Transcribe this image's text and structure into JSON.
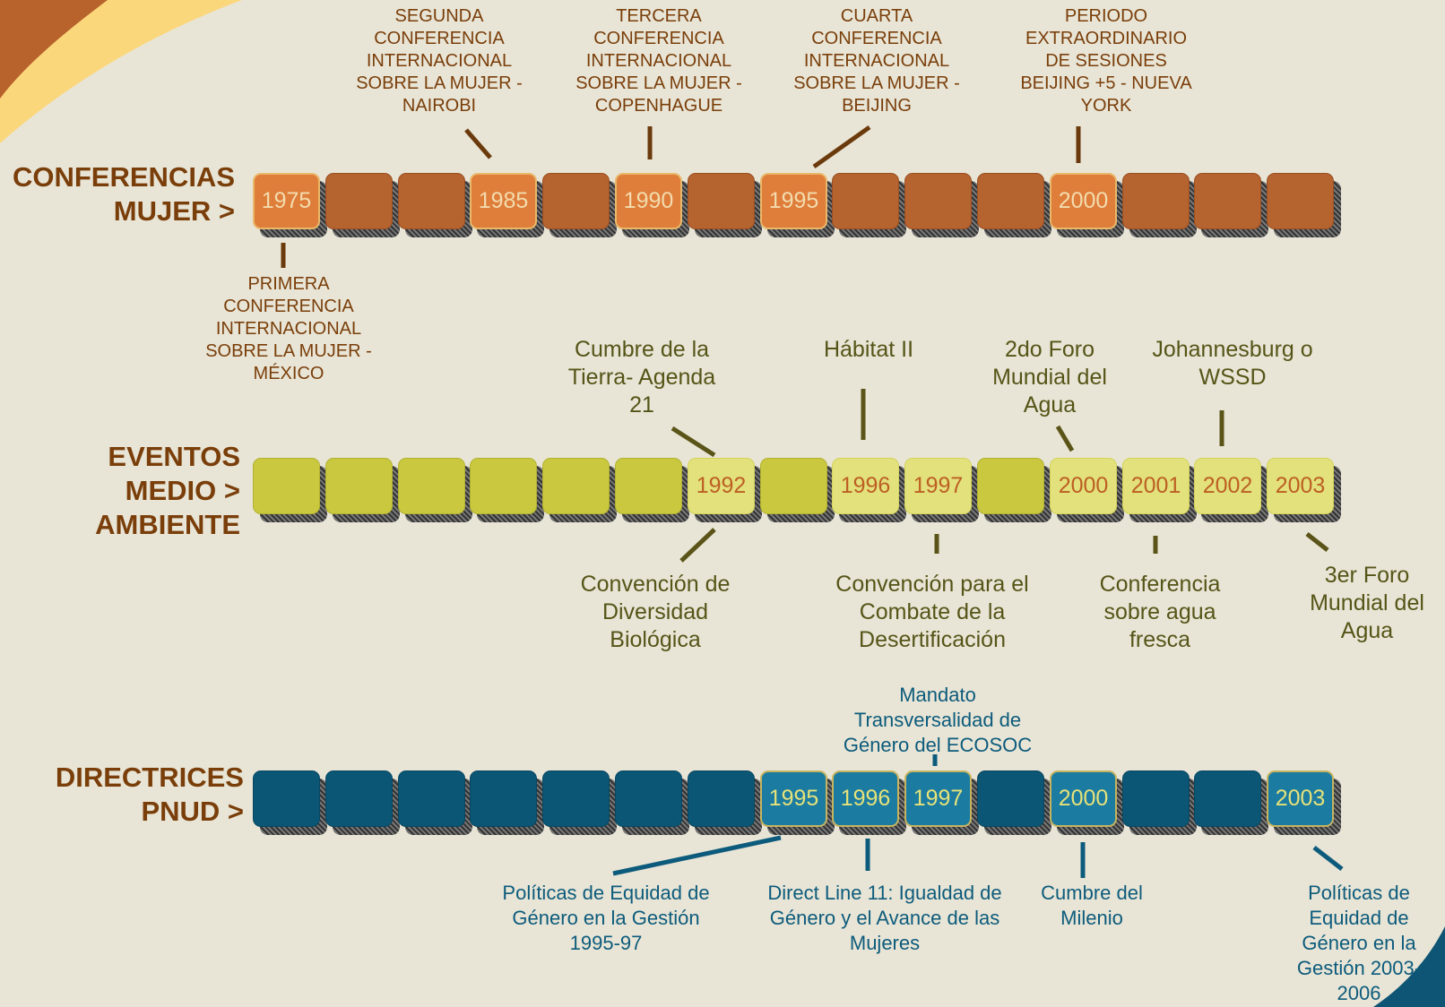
{
  "rows": {
    "mujer": {
      "label": "CONFERENCIAS MUJER >",
      "active": {
        "0": "1975",
        "3": "1985",
        "5": "1990",
        "7": "1995",
        "11": "2000"
      },
      "annotations": {
        "primera": "PRIMERA CONFERENCIA INTERNACIONAL SOBRE LA MUJER - MÉXICO",
        "segunda": "SEGUNDA CONFERENCIA INTERNACIONAL SOBRE LA MUJER - NAIROBI",
        "tercera": "TERCERA CONFERENCIA INTERNACIONAL SOBRE LA MUJER - COPENHAGUE",
        "cuarta": "CUARTA CONFERENCIA INTERNACIONAL SOBRE LA MUJER - BEIJING",
        "periodo": "PERIODO EXTRAORDINARIO DE SESIONES BEIJING +5 - NUEVA YORK"
      }
    },
    "medio": {
      "label": "EVENTOS MEDIO > AMBIENTE",
      "active": {
        "6": "1992",
        "8": "1996",
        "9": "1997",
        "11": "2000",
        "12": "2001",
        "13": "2002",
        "14": "2003"
      },
      "annotations": {
        "cumbre": "Cumbre de la Tierra- Agenda 21",
        "habitat": "Hábitat II",
        "foro2": "2do Foro Mundial del Agua",
        "johannesburg": "Johannesburg o WSSD",
        "diversidad": "Convención de Diversidad Biológica",
        "desertif": "Convención para el Combate de la Desertificación",
        "agua_fresca": "Conferencia sobre agua fresca",
        "foro3": "3er Foro Mundial del Agua"
      }
    },
    "pnud": {
      "label": "DIRECTRICES PNUD >",
      "active": {
        "7": "1995",
        "8": "1996",
        "9": "1997",
        "11": "2000",
        "14": "2003"
      },
      "annotations": {
        "mandato": "Mandato Transversalidad de Género del ECOSOC",
        "politicas95": "Políticas de Equidad de Género en la Gestión 1995-97",
        "direct11": "Direct Line 11: Igualdad de Género y el Avance de las Mujeres",
        "milenio": "Cumbre del Milenio",
        "politicas03": "Políticas de Equidad de Género en la Gestión  2003-2006"
      }
    }
  },
  "colors": {
    "background": "#e8e5d6",
    "mujer_cell": "#b5632f",
    "mujer_active": "#df7d3a",
    "medio_cell": "#c9c83e",
    "medio_active": "#e2e17c",
    "pnud_cell": "#0b5675",
    "pnud_active": "#1b7ba0"
  }
}
